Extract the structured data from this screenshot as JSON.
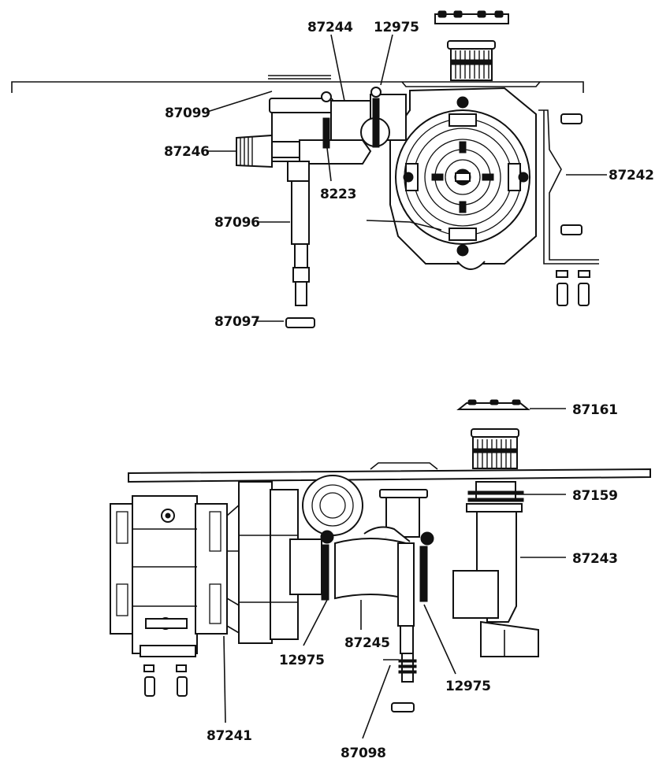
{
  "upper_assembly": {
    "labels": {
      "l87244": "87244",
      "l12975_top": "12975",
      "l87099": "87099",
      "l87246": "87246",
      "l8223": "8223",
      "l87242": "87242",
      "l87096": "87096",
      "l87097": "87097"
    }
  },
  "lower_assembly": {
    "labels": {
      "l87161": "87161",
      "l87159": "87159",
      "l87243": "87243",
      "l12975_left": "12975",
      "l87245": "87245",
      "l12975_right": "12975",
      "l87241": "87241",
      "l87098": "87098"
    }
  }
}
